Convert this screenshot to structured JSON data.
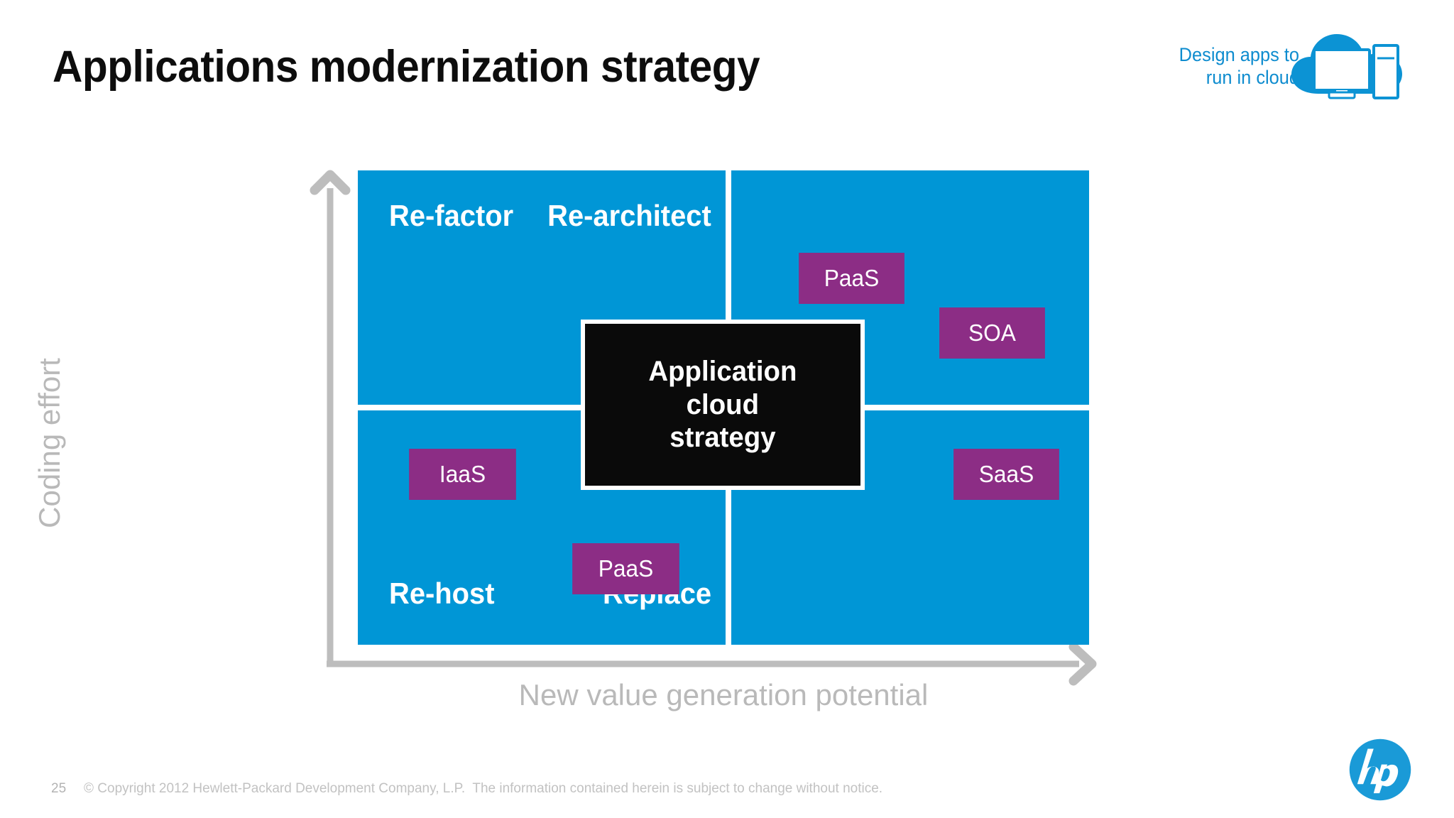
{
  "header": {
    "title": "Applications modernization strategy",
    "tagline_line1": "Design apps to",
    "tagline_line2": "run in cloud",
    "tagline_color": "#0e8ccf",
    "cloud_icon": "cloud-computer-server-icon"
  },
  "chart_data": {
    "type": "table",
    "title": "Applications modernization strategy",
    "xlabel": "New value generation potential",
    "ylabel": "Coding effort",
    "grid": true,
    "legend": "none",
    "quadrant_color": "#0096d6",
    "tag_color": "#8c2d85",
    "axis_color": "#b9b9b9",
    "center_label": "Application cloud strategy",
    "quadrants": [
      {
        "id": "re-factor",
        "label": "Re-factor",
        "x": "low new value generation potential",
        "y": "high coding effort",
        "tags": []
      },
      {
        "id": "re-architect",
        "label": "Re-architect",
        "x": "high new value generation potential",
        "y": "high coding effort",
        "tags": [
          "PaaS",
          "SOA"
        ]
      },
      {
        "id": "re-host",
        "label": "Re-host",
        "x": "low new value generation potential",
        "y": "low coding effort",
        "tags": [
          "IaaS",
          "PaaS"
        ]
      },
      {
        "id": "replace",
        "label": "Replace",
        "x": "high new value generation potential",
        "y": "low coding effort",
        "tags": [
          "SaaS"
        ]
      }
    ],
    "tags": [
      {
        "label": "PaaS",
        "quadrant": "re-architect"
      },
      {
        "label": "SOA",
        "quadrant": "re-architect"
      },
      {
        "label": "IaaS",
        "quadrant": "re-host"
      },
      {
        "label": "PaaS",
        "quadrant": "re-host"
      },
      {
        "label": "SaaS",
        "quadrant": "replace"
      }
    ]
  },
  "matrix": {
    "center_box": {
      "line1": "Application",
      "line2": "cloud",
      "line3": "strategy"
    },
    "y_axis_label": "Coding effort",
    "x_axis_label": "New value generation potential",
    "quadrant_labels": {
      "re_factor": "Re-factor",
      "re_architect": "Re-architect",
      "re_host": "Re-host",
      "replace": "Replace"
    },
    "tag_labels": {
      "paas_top": "PaaS",
      "soa": "SOA",
      "iaas": "IaaS",
      "paas_bottom": "PaaS",
      "saas": "SaaS"
    }
  },
  "footer": {
    "page_number": "25",
    "copyright": "© Copyright 2012 Hewlett-Packard Development Company, L.P.  The information contained herein is subject to change without notice.",
    "logo": "hp-logo"
  }
}
